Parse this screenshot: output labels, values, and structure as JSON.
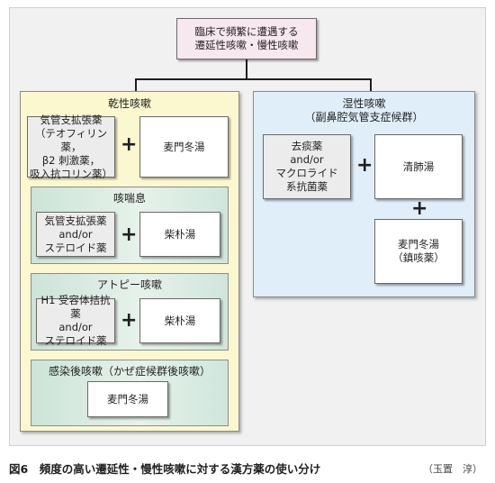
{
  "top_box": "臨床で頻繁に遭遇する\n遷延性咳嗽・慢性咳嗽",
  "dry": {
    "title": "乾性咳嗽",
    "drug": "気管支拡張薬\n（テオフィリン薬，\nβ2 刺激薬，\n吸入抗コリン薬）",
    "kampo": "麦門冬湯"
  },
  "asthma": {
    "title": "咳喘息",
    "drug": "気管支拡張薬\nand/or\nステロイド薬",
    "kampo": "柴朴湯"
  },
  "atopic": {
    "title": "アトピー咳嗽",
    "drug": "H1 受容体拮抗薬\nand/or\nステロイド薬",
    "kampo": "柴朴湯"
  },
  "postinfection": {
    "title": "感染後咳嗽（かぜ症候群後咳嗽）",
    "kampo": "麦門冬湯"
  },
  "wet": {
    "title": "湿性咳嗽\n（副鼻腔気管支症候群）",
    "drug": "去痰薬\nand/or\nマクロライド\n系抗菌薬",
    "kampo1": "清肺湯",
    "kampo2": "麦門冬湯\n（鎮咳薬）"
  },
  "plus": "+",
  "caption": "図6　頻度の高い遷延性・慢性咳嗽に対する漢方薬の使い分け",
  "credit": "（玉置　淳）"
}
